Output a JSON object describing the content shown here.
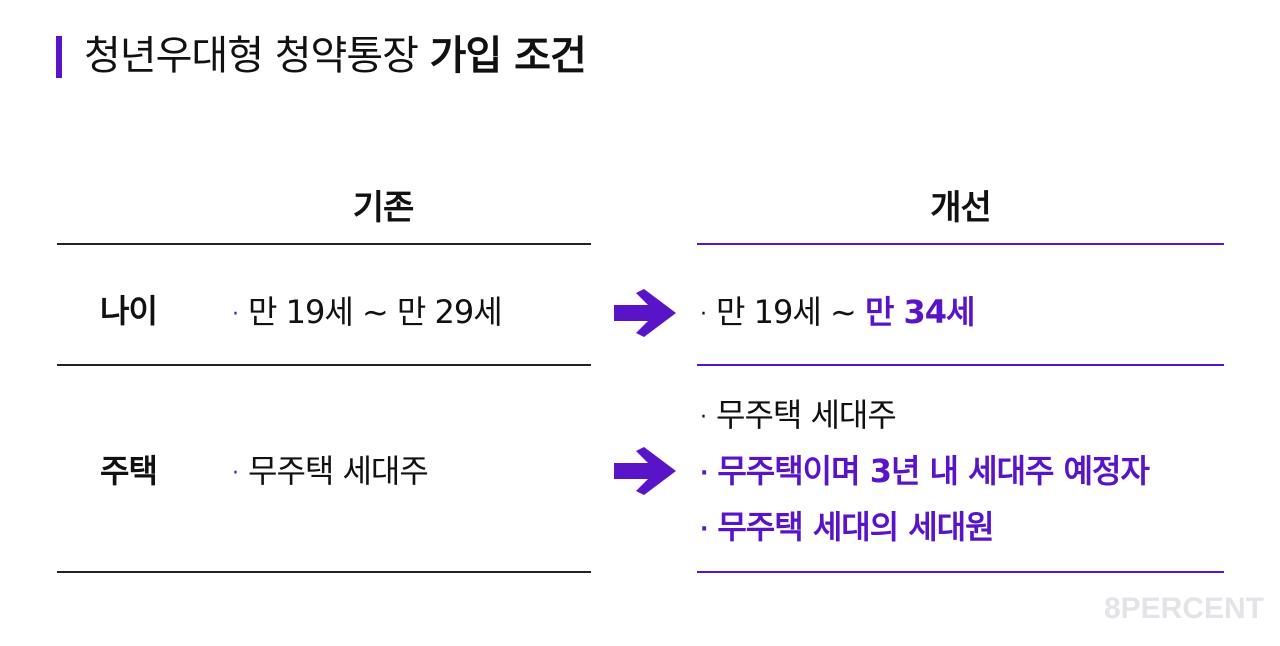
{
  "title": {
    "light": "청년우대형 청약통장",
    "bold": "가입 조건"
  },
  "columns": {
    "old": "기존",
    "new": "개선"
  },
  "rows": [
    {
      "label": "나이",
      "old": [
        "만 19세 ~ 만 29세"
      ],
      "new_prefix": "만 19세 ~ ",
      "new_highlight": "만 34세"
    },
    {
      "label": "주택",
      "old": [
        "무주택 세대주"
      ],
      "new": [
        {
          "text": "무주택 세대주",
          "highlight": false
        },
        {
          "text": "무주택이며 3년 내 세대주 예정자",
          "highlight": true
        },
        {
          "text": "무주택 세대의 세대원",
          "highlight": true
        }
      ]
    }
  ],
  "bullet": "·",
  "arrow_icon": "right-arrow-icon",
  "colors": {
    "accent": "#5a14c8",
    "text": "#111111",
    "watermark": "#e4e4e8"
  },
  "watermark": "8PERCENT"
}
